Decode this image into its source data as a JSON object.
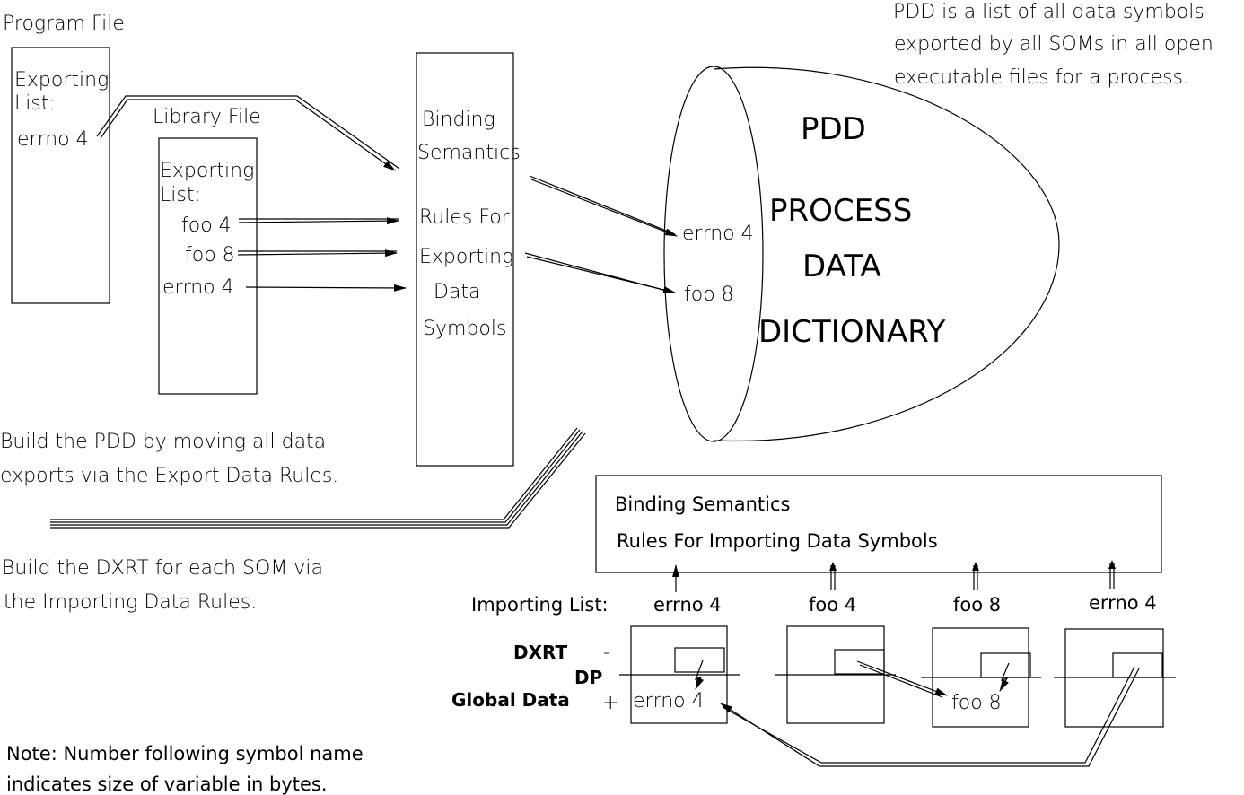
{
  "program_file": {
    "title": "Program File",
    "list_label_1": "Exporting",
    "list_label_2": "List:",
    "item": "errno 4"
  },
  "library_file": {
    "title": "Library File",
    "list_label_1": "Exporting",
    "list_label_2": "List:",
    "items": [
      "foo 4",
      "foo 8",
      "errno 4"
    ]
  },
  "export_rules": {
    "line1": "Binding",
    "line2": "Semantics",
    "line3": "Rules For",
    "line4": "Exporting",
    "line5": "Data",
    "line6": "Symbols"
  },
  "pdd": {
    "short": "PDD",
    "line1": "PROCESS",
    "line2": "DATA",
    "line3": "DICTIONARY",
    "entries": [
      "errno 4",
      "foo 8"
    ]
  },
  "pdd_note": {
    "line1": "PDD is a list of all data symbols",
    "line2": "exported by all SOMs in all open",
    "line3": "executable files for a process."
  },
  "build_pdd": {
    "line1": "Build the PDD by moving all data",
    "line2": "exports via the Export Data Rules."
  },
  "build_dxrt": {
    "line1": "Build the DXRT for each SOM via",
    "line2": "the Importing Data Rules."
  },
  "import_rules": {
    "line1": "Binding  Semantics",
    "line2": "Rules For Importing Data Symbols"
  },
  "importing": {
    "label": "Importing  List:",
    "items": [
      "errno 4",
      "foo 4",
      "foo 8",
      "errno 4"
    ]
  },
  "legend": {
    "dxrt": "DXRT",
    "minus": "-",
    "dp": "DP",
    "global": "Global Data",
    "plus": "+"
  },
  "som_values": {
    "first": "errno 4",
    "third": "foo 8"
  },
  "note": {
    "line1": "Note: Number following symbol name",
    "line2": "indicates size of variable in bytes."
  }
}
